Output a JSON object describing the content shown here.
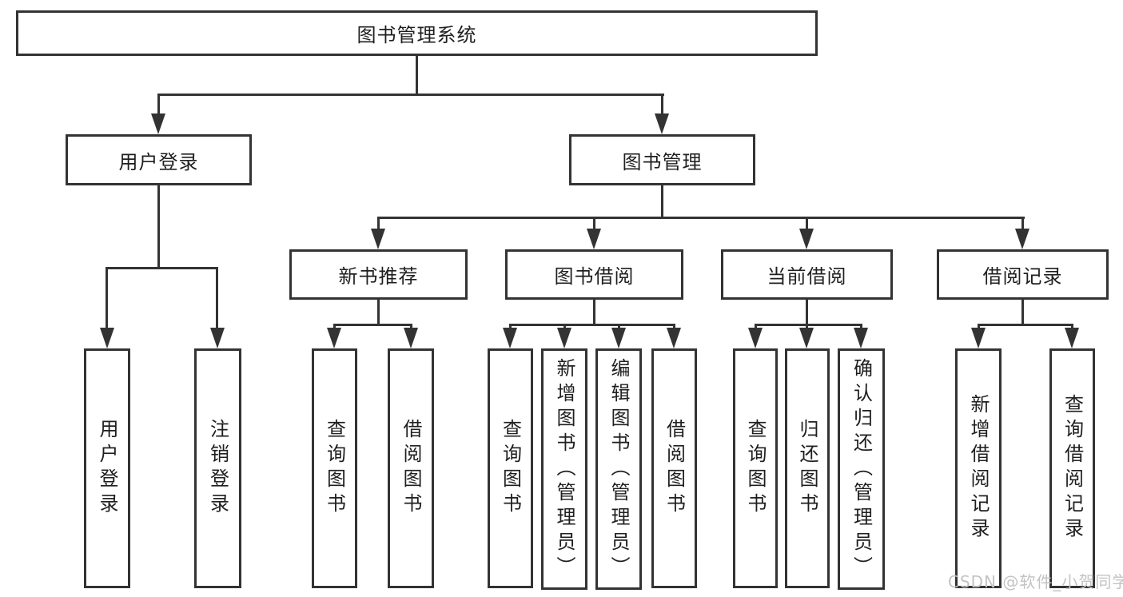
{
  "diagram": {
    "root": {
      "label": "图书管理系统"
    },
    "level2": [
      {
        "label": "用户登录"
      },
      {
        "label": "图书管理"
      }
    ],
    "level3": [
      {
        "label": "新书推荐"
      },
      {
        "label": "图书借阅"
      },
      {
        "label": "当前借阅"
      },
      {
        "label": "借阅记录"
      }
    ],
    "leaves": {
      "login": [
        {
          "label": "用户登录"
        },
        {
          "label": "注销登录"
        }
      ],
      "recommend": [
        {
          "label": "查询图书"
        },
        {
          "label": "借阅图书"
        }
      ],
      "borrow": [
        {
          "label": "查询图书"
        },
        {
          "label": "新增图书（管理员）"
        },
        {
          "label": "编辑图书（管理员）"
        },
        {
          "label": "借阅图书"
        }
      ],
      "current": [
        {
          "label": "查询图书"
        },
        {
          "label": "归还图书"
        },
        {
          "label": "确认归还（管理员）"
        }
      ],
      "records": [
        {
          "label": "新增借阅记录"
        },
        {
          "label": "查询借阅记录"
        }
      ]
    },
    "watermark": "CSDN @软件_小贺同学",
    "colors": {
      "line": "#333333",
      "text": "#1f1f1f",
      "watermark": "#c3c3c3",
      "background": "#ffffff"
    }
  }
}
